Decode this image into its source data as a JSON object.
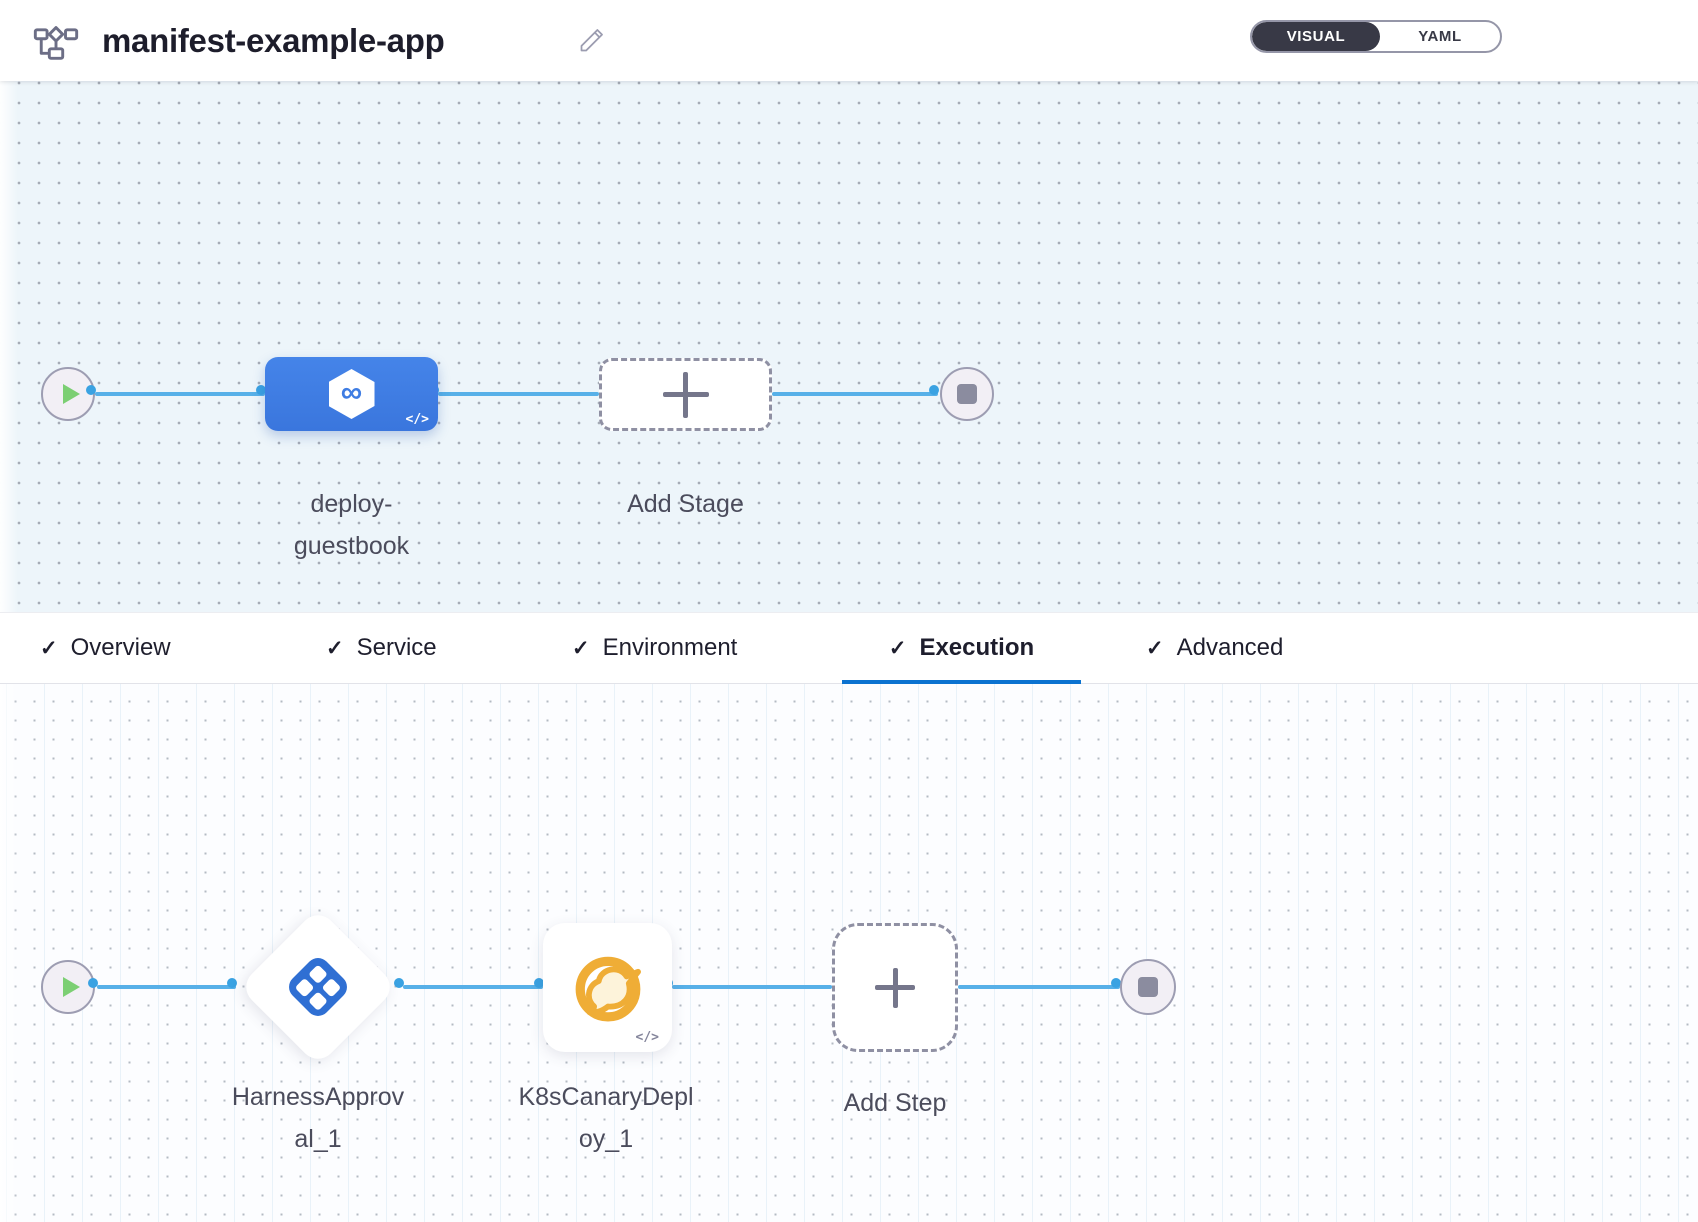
{
  "header": {
    "title": "manifest-example-app",
    "view_toggle": {
      "visual_label": "VISUAL",
      "yaml_label": "YAML",
      "selected": "VISUAL"
    }
  },
  "icons": {
    "check": "✓",
    "infinity": "∞",
    "code_badge": "</>"
  },
  "stage_pipeline": {
    "stage_name": "deploy-guestbook",
    "stage_label_lines": [
      "deploy-",
      "guestbook"
    ],
    "add_stage_label": "Add Stage"
  },
  "tabs": [
    {
      "label": "Overview",
      "active": false
    },
    {
      "label": "Service",
      "active": false
    },
    {
      "label": "Environment",
      "active": false
    },
    {
      "label": "Execution",
      "active": true
    },
    {
      "label": "Advanced",
      "active": false
    }
  ],
  "execution": {
    "steps": [
      {
        "name": "HarnessApproval_1",
        "label_lines": [
          "HarnessApprov",
          "al_1"
        ],
        "type": "harness-approval"
      },
      {
        "name": "K8sCanaryDeploy_1",
        "label_lines": [
          "K8sCanaryDepl",
          "oy_1"
        ],
        "type": "k8s-canary-deploy"
      }
    ],
    "add_step_label": "Add Step"
  },
  "colors": {
    "accent_blue": "#0b72d0",
    "connector_blue": "#57b0e8",
    "stage_blue": "#3f7de3",
    "approval_icon_blue": "#2f6fd3",
    "canary_yellow": "#efad36",
    "toggle_dark": "#383946",
    "play_green": "#7ccf73"
  }
}
